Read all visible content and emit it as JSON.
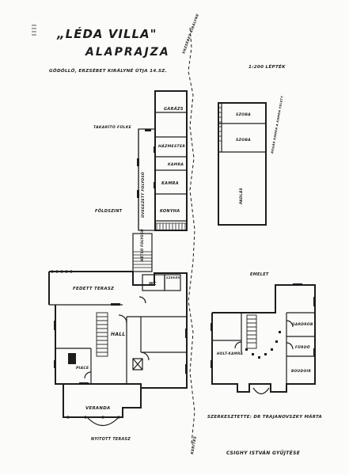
{
  "title": "„LÉDA VILLA\"",
  "subtitle": "ALAPRAJZA",
  "address": "GÖDÖLLŐ, ERZSÉBET KIRÁLYNÉ ÚTJA 14.SZ.",
  "scale_note": "1:200 LÉPTÉK",
  "ground_floor_label": "FÖLDSZINT",
  "upper_floor_label": "EMELET",
  "rooms": {
    "garage": "GARÁZS",
    "housekeeper": "HÁZMESTER",
    "pantry": "KAMRA",
    "room": "KAMRA",
    "kitchen": "KONYHA",
    "covered_corridor": "ÜVEGEZETT FOLYOSÓ",
    "cart_shed": "SZEKÉR",
    "hall": "HALL",
    "covered_terrace": "FEDETT TERASZ",
    "veranda": "VERANDA",
    "open_terrace": "NYITOTT TERASZ",
    "fireplace": "PIACE",
    "wc": "WC",
    "kitchen_yard": "TAKARÍTÓ FÜLKE",
    "back_door": "HÁTSÓ FOLYOSÓ",
    "storage_top": "SZOBA",
    "storage_mid": "SZOBA",
    "attic_note": "BOGÁR KAMRÁ A KAMRA FELETT",
    "attic": "PADLÁS",
    "wardrobe": "GARDRÓB",
    "bath": "FÜRDŐ",
    "boudoir": "BOUDOIR",
    "maid_room": "HOLT-KAMRA"
  },
  "street_label_top": "ERZSÉBET KIRÁLYNÉ",
  "fence_label": "KERÍTÉS",
  "credit_editor": "SZERKESZTETTE: DR TRAJANOVSZKY MÁRTA",
  "credit_collection": "CSIGHY ISTVÁN GYŰJTÉSE"
}
